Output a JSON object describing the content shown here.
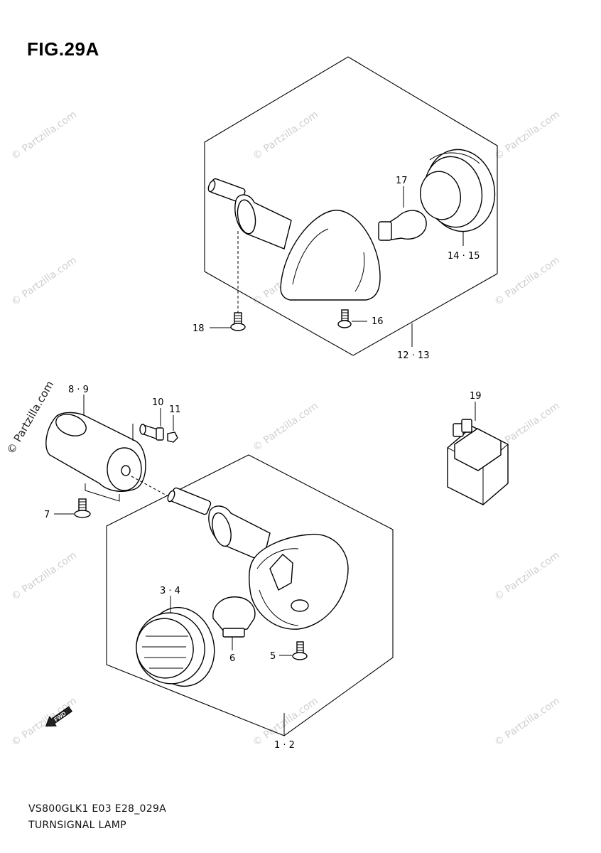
{
  "figure": {
    "title": "FIG.29A",
    "footer_code": "VS800GLK1 E03 E28_029A",
    "footer_name": "TURNSIGNAL LAMP"
  },
  "callouts": {
    "c18": "18",
    "c16": "16",
    "c17": "17",
    "c14_15": "14 · 15",
    "c12_13": "12 · 13",
    "c8_9": "8 · 9",
    "c10": "10",
    "c11": "11",
    "c19": "19",
    "c7": "7",
    "c3_4": "3 · 4",
    "c6": "6",
    "c5": "5",
    "c1_2": "1 · 2"
  },
  "watermark": {
    "text": "© Partzilla.com"
  },
  "fwd_label": "FWD"
}
